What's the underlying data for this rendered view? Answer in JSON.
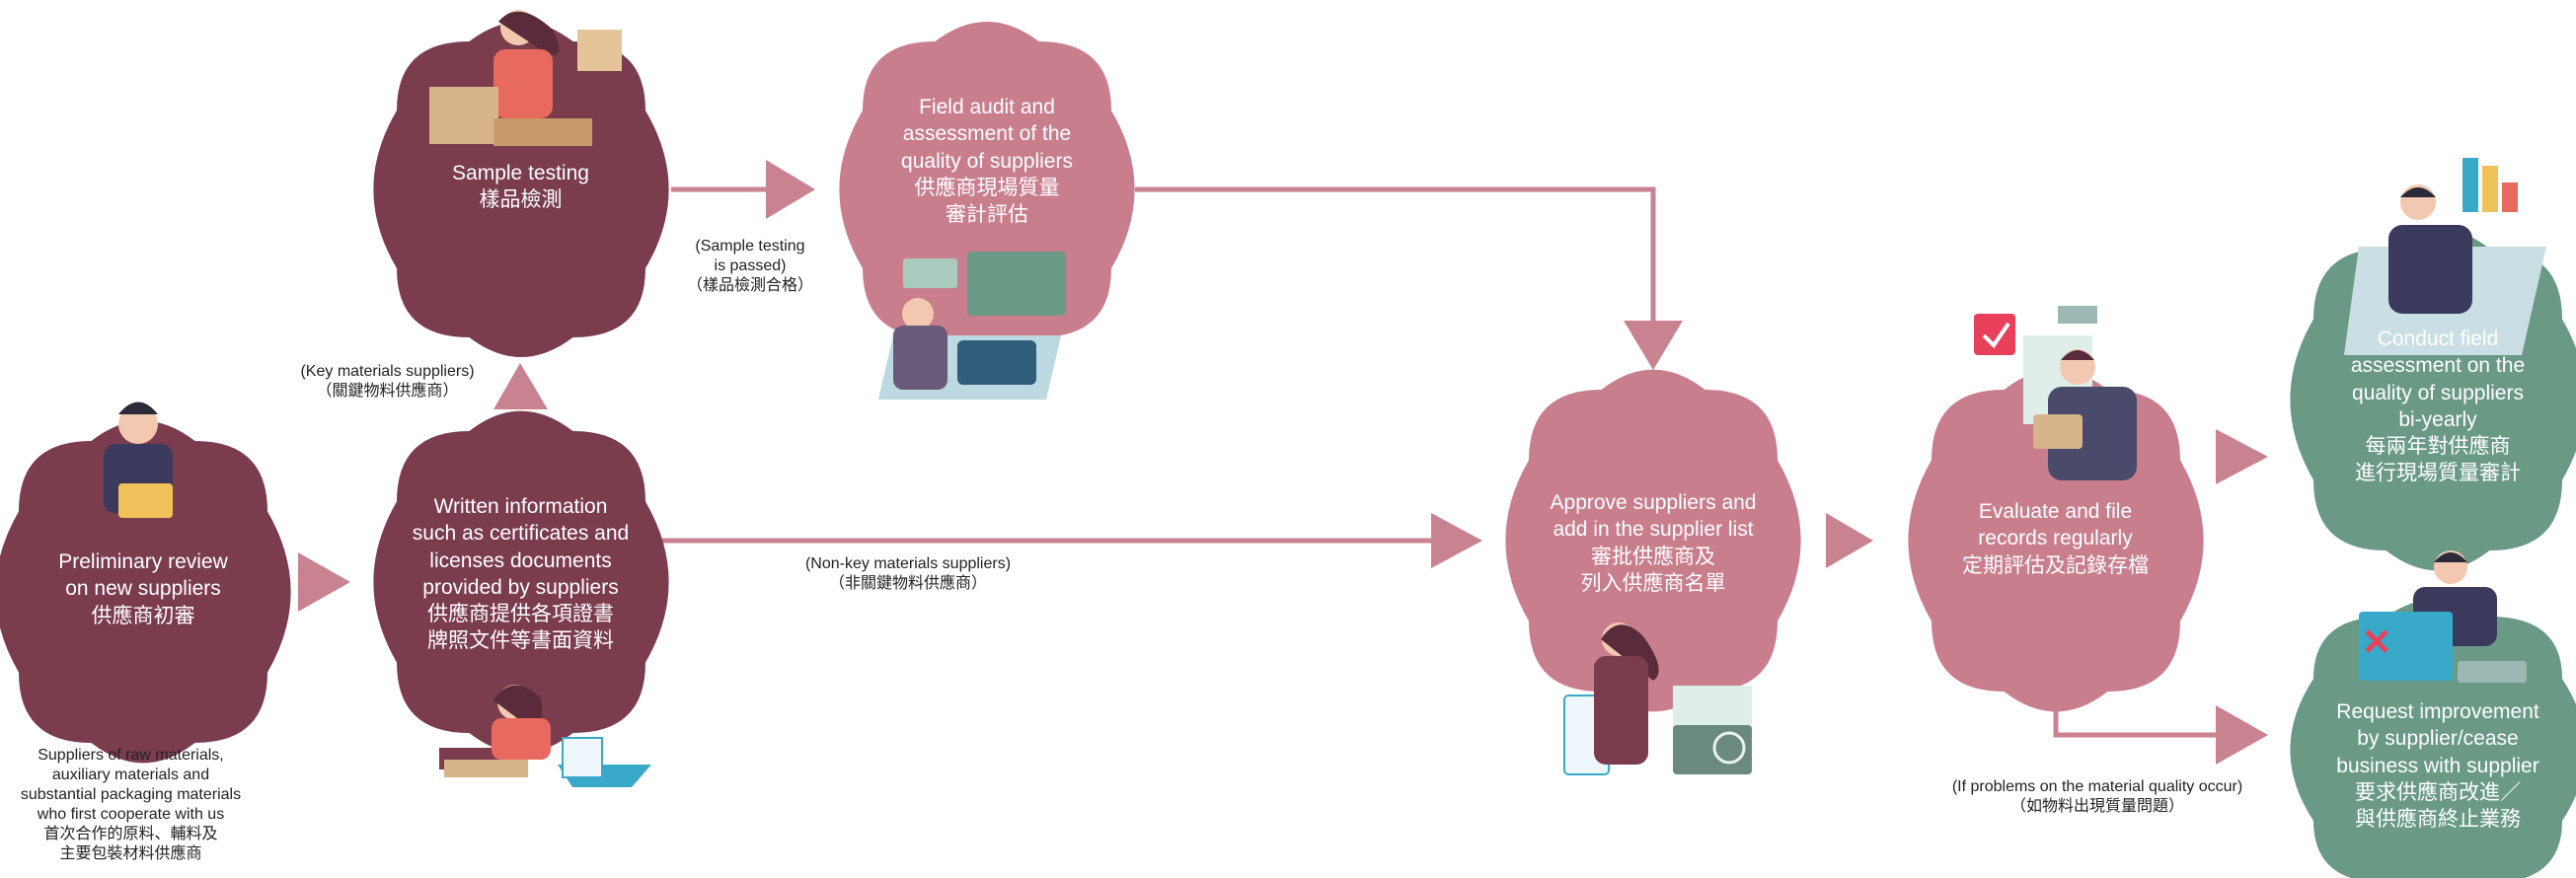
{
  "colors": {
    "dark": "#7b3c4d",
    "pink": "#c97e8e",
    "green": "#6a9a85",
    "arrow": "#c98290"
  },
  "nodes": {
    "preliminary": {
      "en": [
        "Preliminary review",
        "on new suppliers"
      ],
      "zh": [
        "供應商初審"
      ]
    },
    "written": {
      "en": [
        "Written information",
        "such as certificates and",
        "licenses documents",
        "provided by suppliers"
      ],
      "zh": [
        "供應商提供各項證書",
        "牌照文件等書面資料"
      ]
    },
    "sample": {
      "en": [
        "Sample testing"
      ],
      "zh": [
        "樣品檢測"
      ]
    },
    "field_audit": {
      "en": [
        "Field audit and",
        "assessment of the",
        "quality of suppliers"
      ],
      "zh": [
        "供應商現場質量",
        "審計評估"
      ]
    },
    "approve": {
      "en": [
        "Approve suppliers and",
        "add in the supplier list"
      ],
      "zh": [
        "審批供應商及",
        "列入供應商名單"
      ]
    },
    "evaluate": {
      "en": [
        "Evaluate and file",
        "records regularly"
      ],
      "zh": [
        "定期評估及記錄存檔"
      ]
    },
    "conduct": {
      "en": [
        "Conduct field",
        "assessment on the",
        "quality of suppliers",
        "bi-yearly"
      ],
      "zh": [
        "每兩年對供應商",
        "進行現場質量審計"
      ]
    },
    "request": {
      "en": [
        "Request improvement",
        "by supplier/cease",
        "business with supplier"
      ],
      "zh": [
        "要求供應商改進／",
        "與供應商終止業務"
      ]
    }
  },
  "captions": {
    "suppliers": [
      "Suppliers of raw materials,",
      "auxiliary materials and",
      "substantial packaging materials",
      "who first cooperate with us",
      "首次合作的原料、輔料及",
      "主要包裝材料供應商"
    ],
    "key": [
      "(Key materials suppliers)",
      "（關鍵物料供應商）"
    ],
    "passed": [
      "(Sample testing",
      "is passed)",
      "（樣品檢測合格）"
    ],
    "nonkey": [
      "(Non-key materials suppliers)",
      "（非關鍵物料供應商）"
    ],
    "problems": [
      "(If problems on the material quality occur)",
      "（如物料出現質量問題）"
    ]
  }
}
